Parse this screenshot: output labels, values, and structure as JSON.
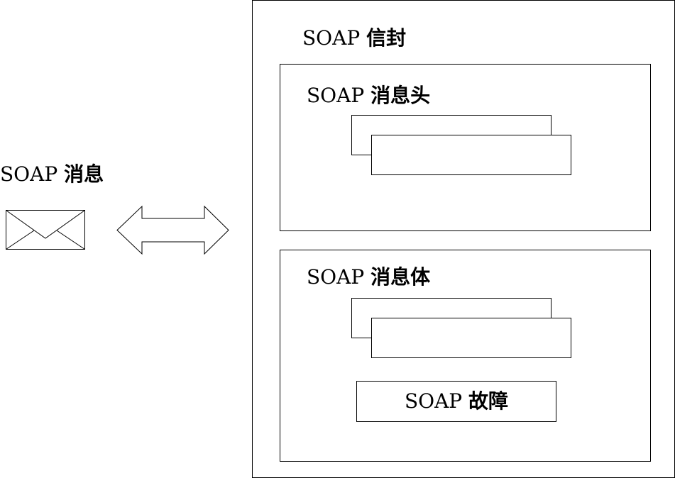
{
  "message": {
    "label_en": "SOAP",
    "label_zh": "消息"
  },
  "envelope": {
    "label_en": "SOAP",
    "label_zh": "信封"
  },
  "header": {
    "label_en": "SOAP",
    "label_zh": "消息头"
  },
  "body": {
    "label_en": "SOAP",
    "label_zh": "消息体"
  },
  "fault": {
    "label_en": "SOAP",
    "label_zh": "故障"
  },
  "icons": {
    "message": "envelope-icon",
    "connector": "double-arrow-icon"
  },
  "colors": {
    "stroke": "#000000",
    "background": "#ffffff"
  }
}
